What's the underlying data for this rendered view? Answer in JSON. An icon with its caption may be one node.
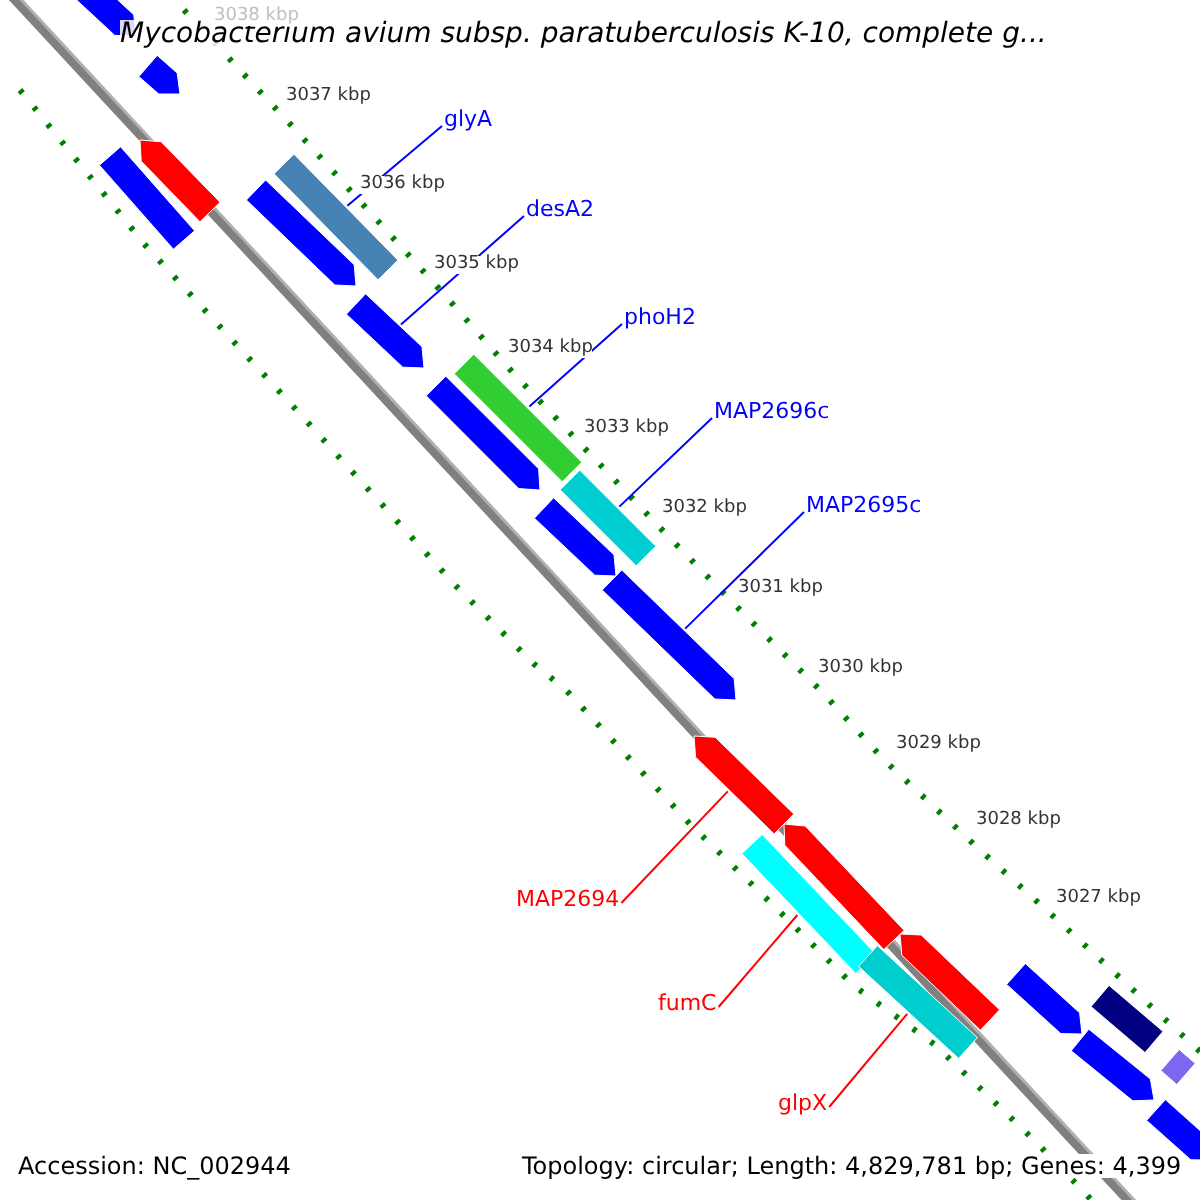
{
  "diagram": {
    "title": "Mycobacterium avium subsp. paratuberculosis K-10, complete g...",
    "nodes": [
      {
        "text": [
          "glyA"
        ]
      },
      {
        "text": [
          "desA2"
        ]
      },
      {
        "text": [
          "phoH2"
        ]
      },
      {
        "text": [
          "MAP2696c"
        ]
      },
      {
        "text": [
          "MAP2695c"
        ]
      },
      {
        "text": [
          "MAP2694"
        ]
      },
      {
        "text": [
          "fumC"
        ]
      },
      {
        "text": [
          "glpX"
        ]
      },
      {
        "text": [],
        "shape": "bar"
      },
      {
        "text": [],
        "shape": "bar"
      },
      {
        "text": [],
        "shape": "bar"
      },
      {
        "text": [],
        "shape": "bar"
      },
      {
        "text": [],
        "shape": "bar"
      },
      {
        "text": [],
        "shape": "bar"
      },
      {
        "text": [],
        "shape": "bar"
      },
      {
        "text": [],
        "shape": "bar"
      },
      {
        "text": [],
        "shape": "bar"
      },
      {
        "text": [],
        "shape": "bar"
      },
      {
        "text": [],
        "shape": "bar"
      },
      {
        "text": [],
        "shape": "bar"
      },
      {
        "text": [],
        "shape": "bar"
      },
      {
        "text": [],
        "shape": "bar"
      },
      {
        "text": [],
        "shape": "bar"
      },
      {
        "text": [],
        "shape": "bar"
      },
      {
        "text": [],
        "shape": "bar"
      },
      {
        "text": [],
        "shape": "bar"
      },
      {
        "text": [],
        "shape": "bar"
      },
      {
        "text": [],
        "shape": "bar"
      },
      {
        "text": [],
        "shape": "bar"
      },
      {
        "text": [],
        "shape": "bar"
      }
    ],
    "edges": [
      {
        "from": 0,
        "to": 13,
        "arrow": "none"
      },
      {
        "from": 1,
        "to": 14,
        "arrow": "none"
      },
      {
        "from": 2,
        "to": 15,
        "arrow": "none"
      },
      {
        "from": 3,
        "to": 17,
        "arrow": "none"
      },
      {
        "from": 4,
        "to": 19,
        "arrow": "none"
      },
      {
        "from": 5,
        "to": 20,
        "arrow": "none",
        "color": "#ff0000"
      },
      {
        "from": 6,
        "to": 21,
        "arrow": "none",
        "color": "#ff0000"
      },
      {
        "from": 7,
        "to": 23,
        "arrow": "none",
        "color": "#ff0000"
      }
    ],
    "labels": [
      "3038 kbp",
      "3037 kbp",
      "3036 kbp",
      "3035 kbp",
      "3034 kbp",
      "3033 kbp",
      "3032 kbp",
      "3031 kbp",
      "3030 kbp",
      "3029 kbp",
      "3028 kbp",
      "3027 kbp",
      "Accession: NC_002944",
      "Topology: circular; Length: 4,829,781 bp; Genes: 4,399"
    ]
  }
}
